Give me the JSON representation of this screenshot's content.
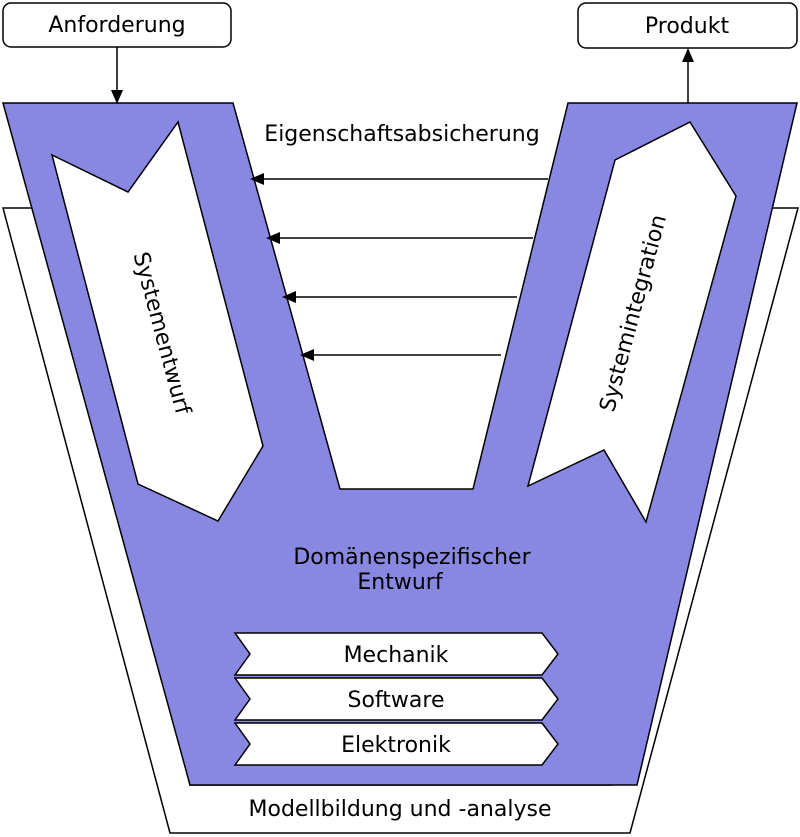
{
  "colors": {
    "fill": "#8888e3",
    "stroke": "#000000",
    "background": "#ffffff"
  },
  "labels": {
    "input": "Anforderung",
    "output": "Produkt",
    "top": "Eigenschaftsabsicherung",
    "left_arrow": "Systementwurf",
    "right_arrow": "Systemintegration",
    "middle_line1": "Domänenspezifischer",
    "middle_line2": "Entwurf",
    "domains": [
      "Mechanik",
      "Software",
      "Elektronik"
    ],
    "bottom": "Modellbildung und -analyse"
  }
}
